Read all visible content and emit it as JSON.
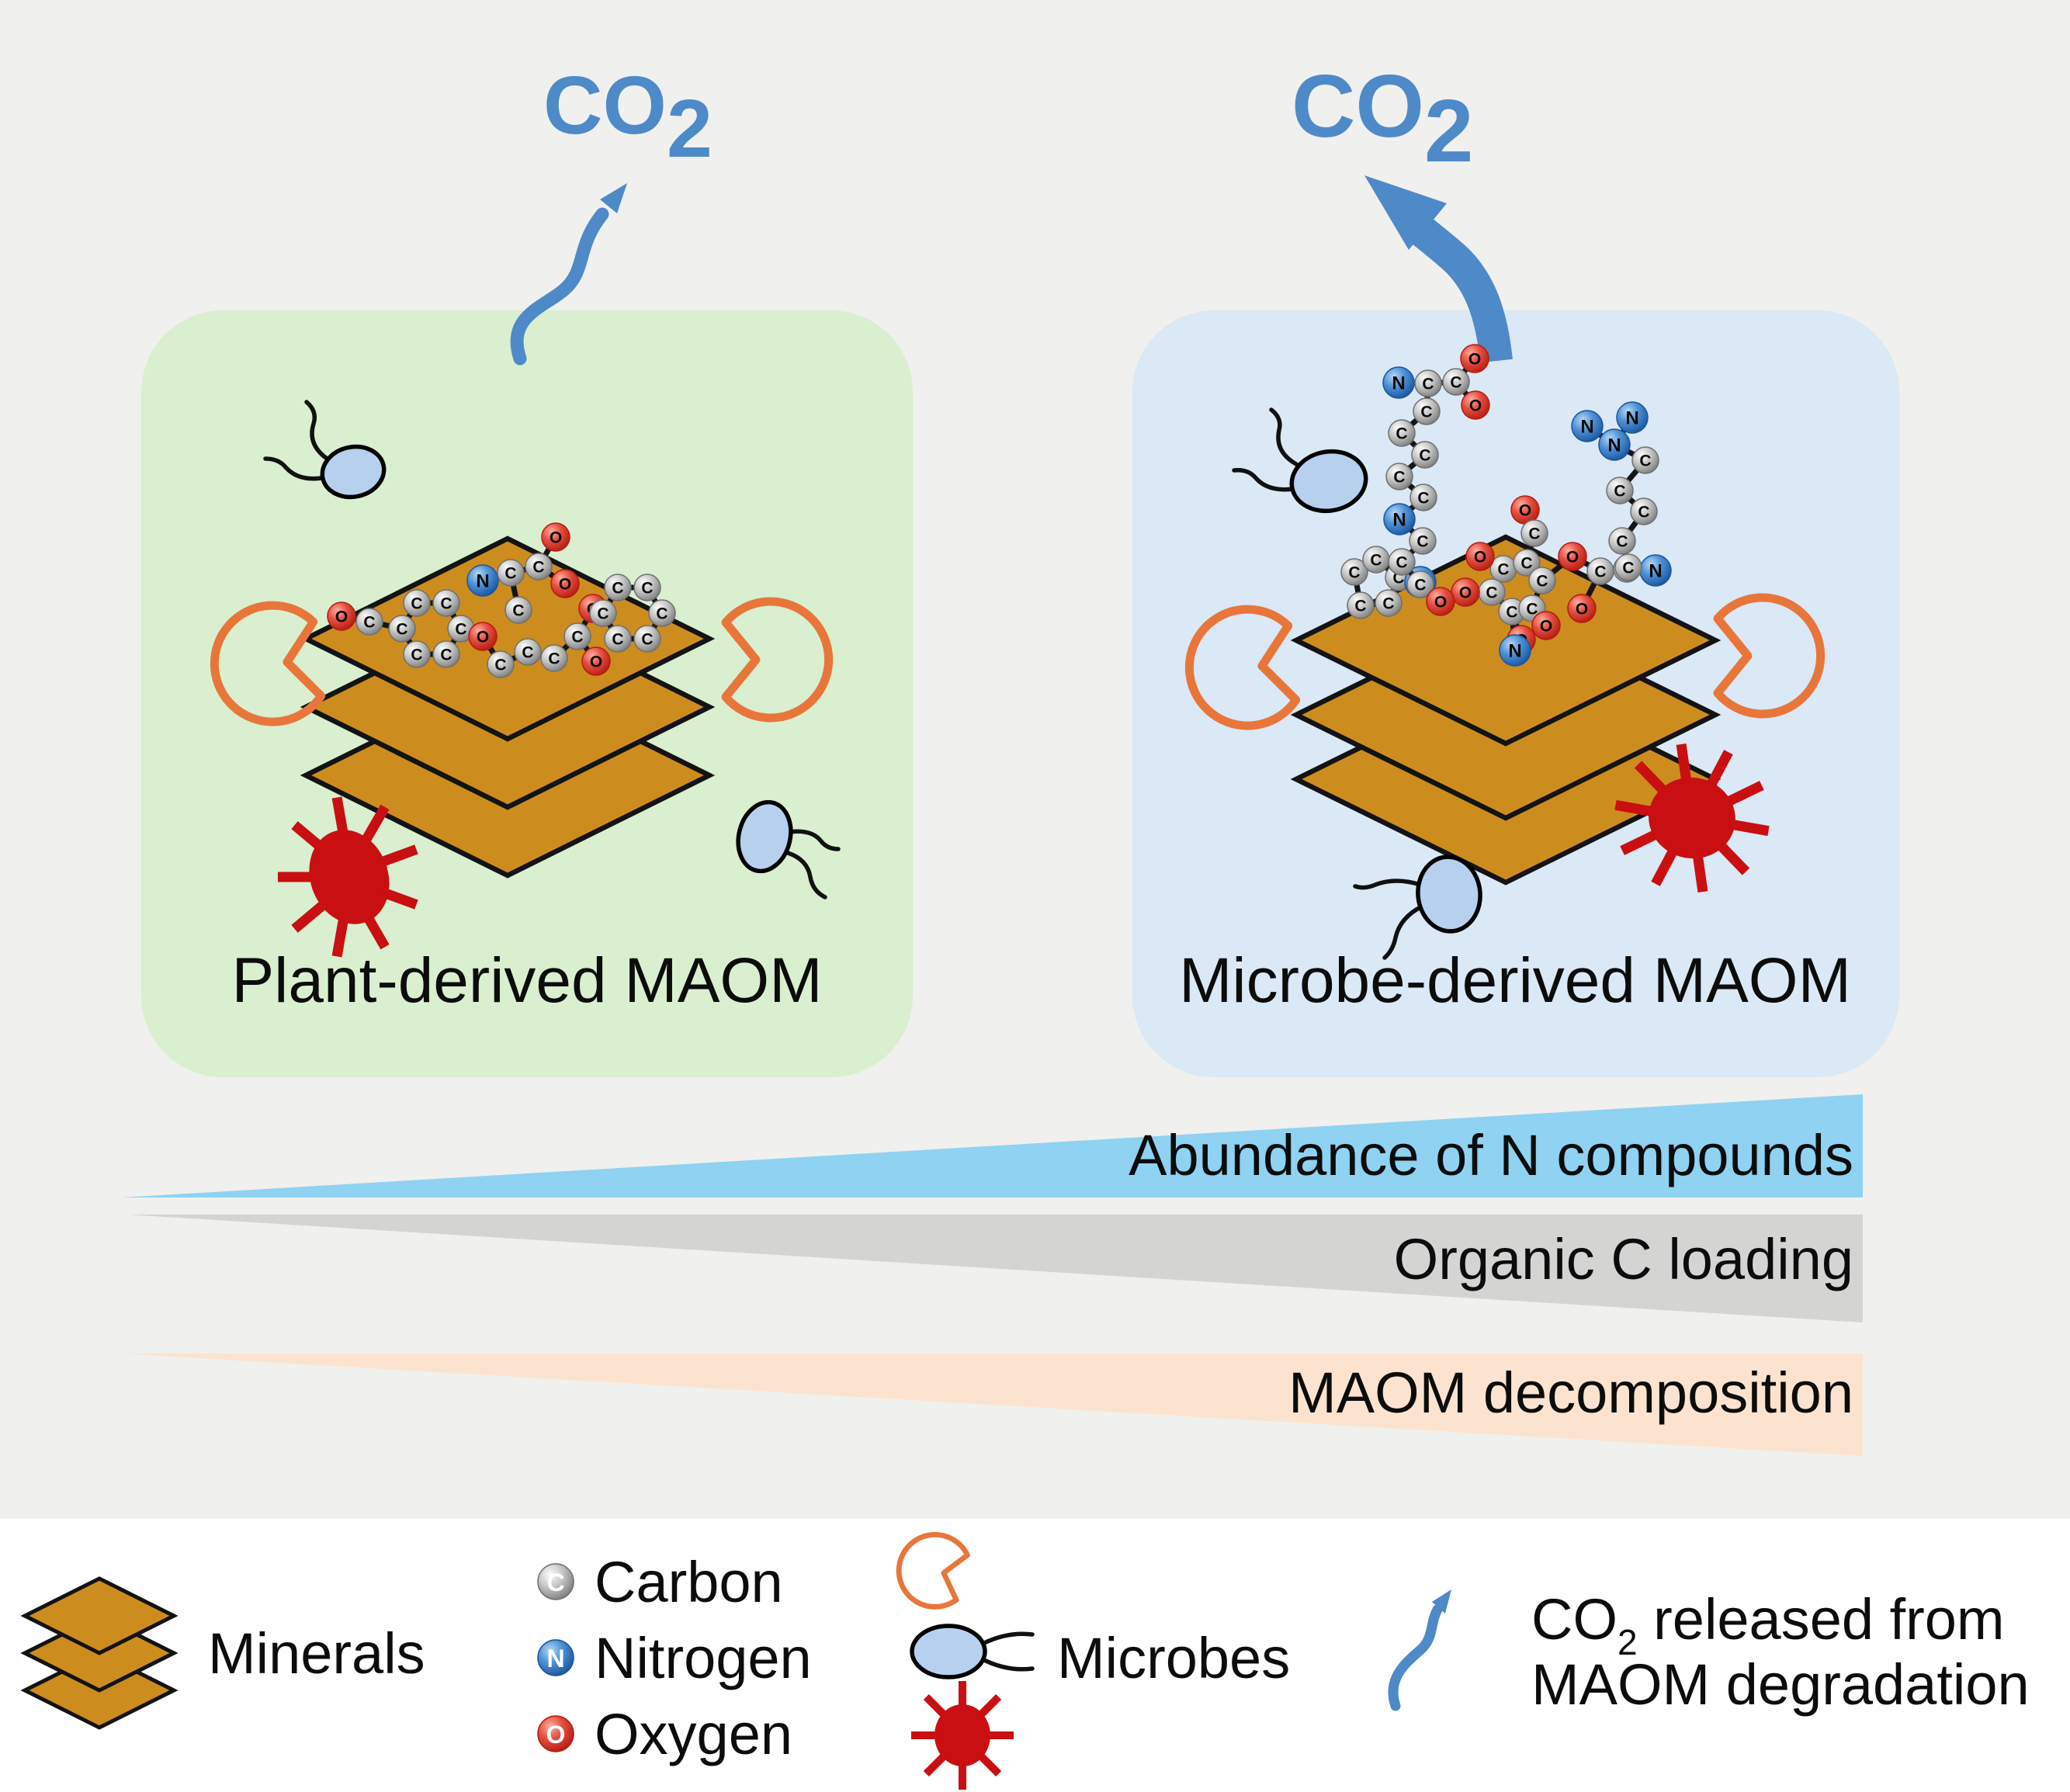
{
  "panels": {
    "plant": {
      "label": "Plant-derived MAOM",
      "co2": {
        "main": "CO",
        "sub": "2"
      }
    },
    "microbe": {
      "label": "Microbe-derived MAOM",
      "co2": {
        "main": "CO",
        "sub": "2"
      }
    }
  },
  "gradient_bars": [
    {
      "id": "n-compounds",
      "label": "Abundance of N compounds",
      "color": "#8fd2f2",
      "direction": "increasing-to-right"
    },
    {
      "id": "c-loading",
      "label": "Organic C loading",
      "color": "#d4d4d3",
      "direction": "increasing-to-right"
    },
    {
      "id": "decomposition",
      "label": "MAOM decomposition",
      "color": "#fce3cf",
      "direction": "increasing-to-right"
    }
  ],
  "legend": {
    "minerals": {
      "label": "Minerals"
    },
    "atoms": [
      {
        "symbol": "C",
        "name": "Carbon"
      },
      {
        "symbol": "N",
        "name": "Nitrogen"
      },
      {
        "symbol": "O",
        "name": "Oxygen"
      }
    ],
    "microbes": {
      "label": "Microbes"
    },
    "co2_release": {
      "main": "CO",
      "sub": "2",
      "rest": " released from",
      "line2": "MAOM degradation"
    }
  },
  "colors": {
    "bg_top": "#f0f0ee",
    "bg_bottom": "#ffffff",
    "panel_plant": "#d9efd0",
    "panel_microbe": "#dbe8f6",
    "mineral": "#cd8c1e",
    "co2_blue": "#4e8ac8",
    "enzyme_orange": "#e8763b",
    "microbe_fill": "#b6d0ee",
    "virus_red": "#c90f11"
  },
  "molecules": {
    "plant": {
      "atoms": [
        [
          "O",
          440,
          794
        ],
        [
          "C",
          476,
          801
        ],
        [
          "C",
          537,
          777
        ],
        [
          "C",
          575,
          777
        ],
        [
          "C",
          518,
          810
        ],
        [
          "C",
          594,
          810
        ],
        [
          "C",
          537,
          843
        ],
        [
          "C",
          575,
          843
        ],
        [
          "O",
          622,
          820
        ],
        [
          "N",
          622,
          748
        ],
        [
          "C",
          658,
          738
        ],
        [
          "C",
          694,
          730
        ],
        [
          "O",
          716,
          692
        ],
        [
          "O",
          728,
          752
        ],
        [
          "C",
          668,
          786
        ],
        [
          "C",
          645,
          856
        ],
        [
          "C",
          680,
          840
        ],
        [
          "C",
          714,
          848
        ],
        [
          "C",
          744,
          820
        ],
        [
          "O",
          764,
          784
        ],
        [
          "O",
          768,
          852
        ],
        [
          "C",
          777,
          790
        ],
        [
          "C",
          796,
          757
        ],
        [
          "C",
          834,
          757
        ],
        [
          "C",
          853,
          790
        ],
        [
          "C",
          834,
          823
        ],
        [
          "C",
          796,
          823
        ]
      ],
      "bonds": [
        [
          0,
          1
        ],
        [
          1,
          4
        ],
        [
          2,
          3
        ],
        [
          2,
          4
        ],
        [
          3,
          5
        ],
        [
          4,
          6
        ],
        [
          5,
          7
        ],
        [
          6,
          7
        ],
        [
          5,
          8
        ],
        [
          8,
          15
        ],
        [
          9,
          10
        ],
        [
          10,
          11
        ],
        [
          11,
          12
        ],
        [
          11,
          13
        ],
        [
          10,
          14
        ],
        [
          15,
          16
        ],
        [
          16,
          17
        ],
        [
          17,
          18
        ],
        [
          18,
          19
        ],
        [
          18,
          20
        ],
        [
          19,
          21
        ],
        [
          21,
          22
        ],
        [
          22,
          23
        ],
        [
          23,
          24
        ],
        [
          24,
          25
        ],
        [
          25,
          26
        ],
        [
          26,
          21
        ]
      ]
    },
    "microbe_sheet": {
      "atoms": [
        [
          "C",
          1745,
          737
        ],
        [
          "C",
          1773,
          721
        ],
        [
          "C",
          1802,
          744
        ],
        [
          "C",
          1789,
          777
        ],
        [
          "C",
          1753,
          780
        ],
        [
          "N",
          1830,
          750
        ],
        [
          "C",
          1937,
          733
        ],
        [
          "C",
          1967,
          725
        ],
        [
          "C",
          1987,
          748
        ],
        [
          "C",
          1922,
          763
        ],
        [
          "C",
          1948,
          788
        ],
        [
          "C",
          1974,
          784
        ],
        [
          "O",
          1907,
          717
        ],
        [
          "O",
          1888,
          763
        ],
        [
          "O",
          1965,
          657
        ],
        [
          "C",
          1977,
          687
        ],
        [
          "O",
          1992,
          806
        ],
        [
          "O",
          1960,
          824
        ],
        [
          "N",
          1952,
          838
        ],
        [
          "O",
          2026,
          717
        ],
        [
          "C",
          2062,
          736
        ],
        [
          "O",
          2038,
          784
        ],
        [
          "C",
          2096,
          733
        ],
        [
          "N",
          2133,
          735
        ]
      ],
      "bonds": [
        [
          0,
          1
        ],
        [
          1,
          2
        ],
        [
          2,
          3
        ],
        [
          3,
          4
        ],
        [
          4,
          0
        ],
        [
          2,
          5
        ],
        [
          6,
          7
        ],
        [
          7,
          8
        ],
        [
          8,
          11
        ],
        [
          11,
          10
        ],
        [
          10,
          9
        ],
        [
          9,
          6
        ],
        [
          6,
          12
        ],
        [
          9,
          13
        ],
        [
          15,
          14
        ],
        [
          15,
          7
        ],
        [
          11,
          16
        ],
        [
          10,
          17
        ],
        [
          10,
          18
        ],
        [
          8,
          19
        ],
        [
          19,
          20
        ],
        [
          20,
          21
        ],
        [
          20,
          22
        ],
        [
          22,
          23
        ]
      ]
    },
    "microbe_chain1": {
      "atoms": [
        [
          "N",
          1802,
          493
        ],
        [
          "C",
          1840,
          494
        ],
        [
          "C",
          1876,
          492
        ],
        [
          "O",
          1900,
          462
        ],
        [
          "O",
          1901,
          522
        ],
        [
          "C",
          1838,
          530
        ],
        [
          "C",
          1806,
          558
        ],
        [
          "C",
          1836,
          586
        ],
        [
          "C",
          1803,
          614
        ],
        [
          "C",
          1834,
          641
        ],
        [
          "N",
          1803,
          669
        ],
        [
          "C",
          1833,
          697
        ],
        [
          "C",
          1806,
          724
        ],
        [
          "C",
          1830,
          753
        ],
        [
          "O",
          1856,
          775
        ]
      ],
      "bonds": [
        [
          0,
          1
        ],
        [
          1,
          2
        ],
        [
          2,
          3
        ],
        [
          2,
          4
        ],
        [
          1,
          5
        ],
        [
          5,
          6
        ],
        [
          6,
          7
        ],
        [
          7,
          8
        ],
        [
          8,
          9
        ],
        [
          9,
          10
        ],
        [
          10,
          11
        ],
        [
          11,
          12
        ],
        [
          12,
          13
        ],
        [
          13,
          14
        ]
      ]
    },
    "microbe_chain2": {
      "atoms": [
        [
          "N",
          2045,
          549
        ],
        [
          "N",
          2103,
          538
        ],
        [
          "N",
          2080,
          573
        ],
        [
          "C",
          2120,
          593
        ],
        [
          "C",
          2087,
          632
        ],
        [
          "C",
          2118,
          659
        ],
        [
          "C",
          2090,
          697
        ],
        [
          "C",
          2098,
          731
        ]
      ],
      "bonds": [
        [
          0,
          2
        ],
        [
          1,
          2
        ],
        [
          2,
          3
        ],
        [
          3,
          4
        ],
        [
          4,
          5
        ],
        [
          5,
          6
        ],
        [
          6,
          7
        ]
      ]
    }
  }
}
